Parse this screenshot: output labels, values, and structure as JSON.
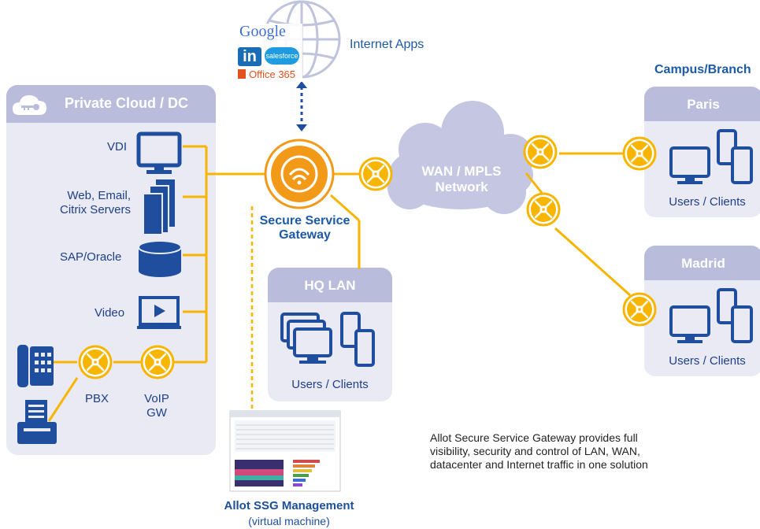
{
  "internet": {
    "label": "Internet Apps",
    "logos": [
      "Google",
      "in",
      "salesforce",
      "Office 365"
    ]
  },
  "campus_title": "Campus/Branch",
  "private_cloud": {
    "title": "Private Cloud / DC",
    "items": [
      "VDI",
      "Web, Email,\nCitrix Servers",
      "SAP/Oracle",
      "Video"
    ],
    "pbx": "PBX",
    "voip": "VoIP\nGW"
  },
  "gateway": {
    "label": "Secure Service\nGateway"
  },
  "wan": {
    "label": "WAN / MPLS\nNetwork"
  },
  "hq": {
    "title": "HQ LAN",
    "users": "Users / Clients"
  },
  "paris": {
    "title": "Paris",
    "users": "Users / Clients"
  },
  "madrid": {
    "title": "Madrid",
    "users": "Users / Clients"
  },
  "management": {
    "title": "Allot SSG Management",
    "subtitle": "(virtual machine)"
  },
  "description": "Allot Secure Service Gateway provides full\nvisibility, security and control of LAN, WAN,\ndatacenter and Internet traffic in one solution",
  "colors": {
    "orange": "#f7b500",
    "gateway_orange": "#f29a18",
    "blue": "#1f4e9f",
    "panel": "#e9eaf4",
    "panel_head": "#b9bcdb"
  }
}
